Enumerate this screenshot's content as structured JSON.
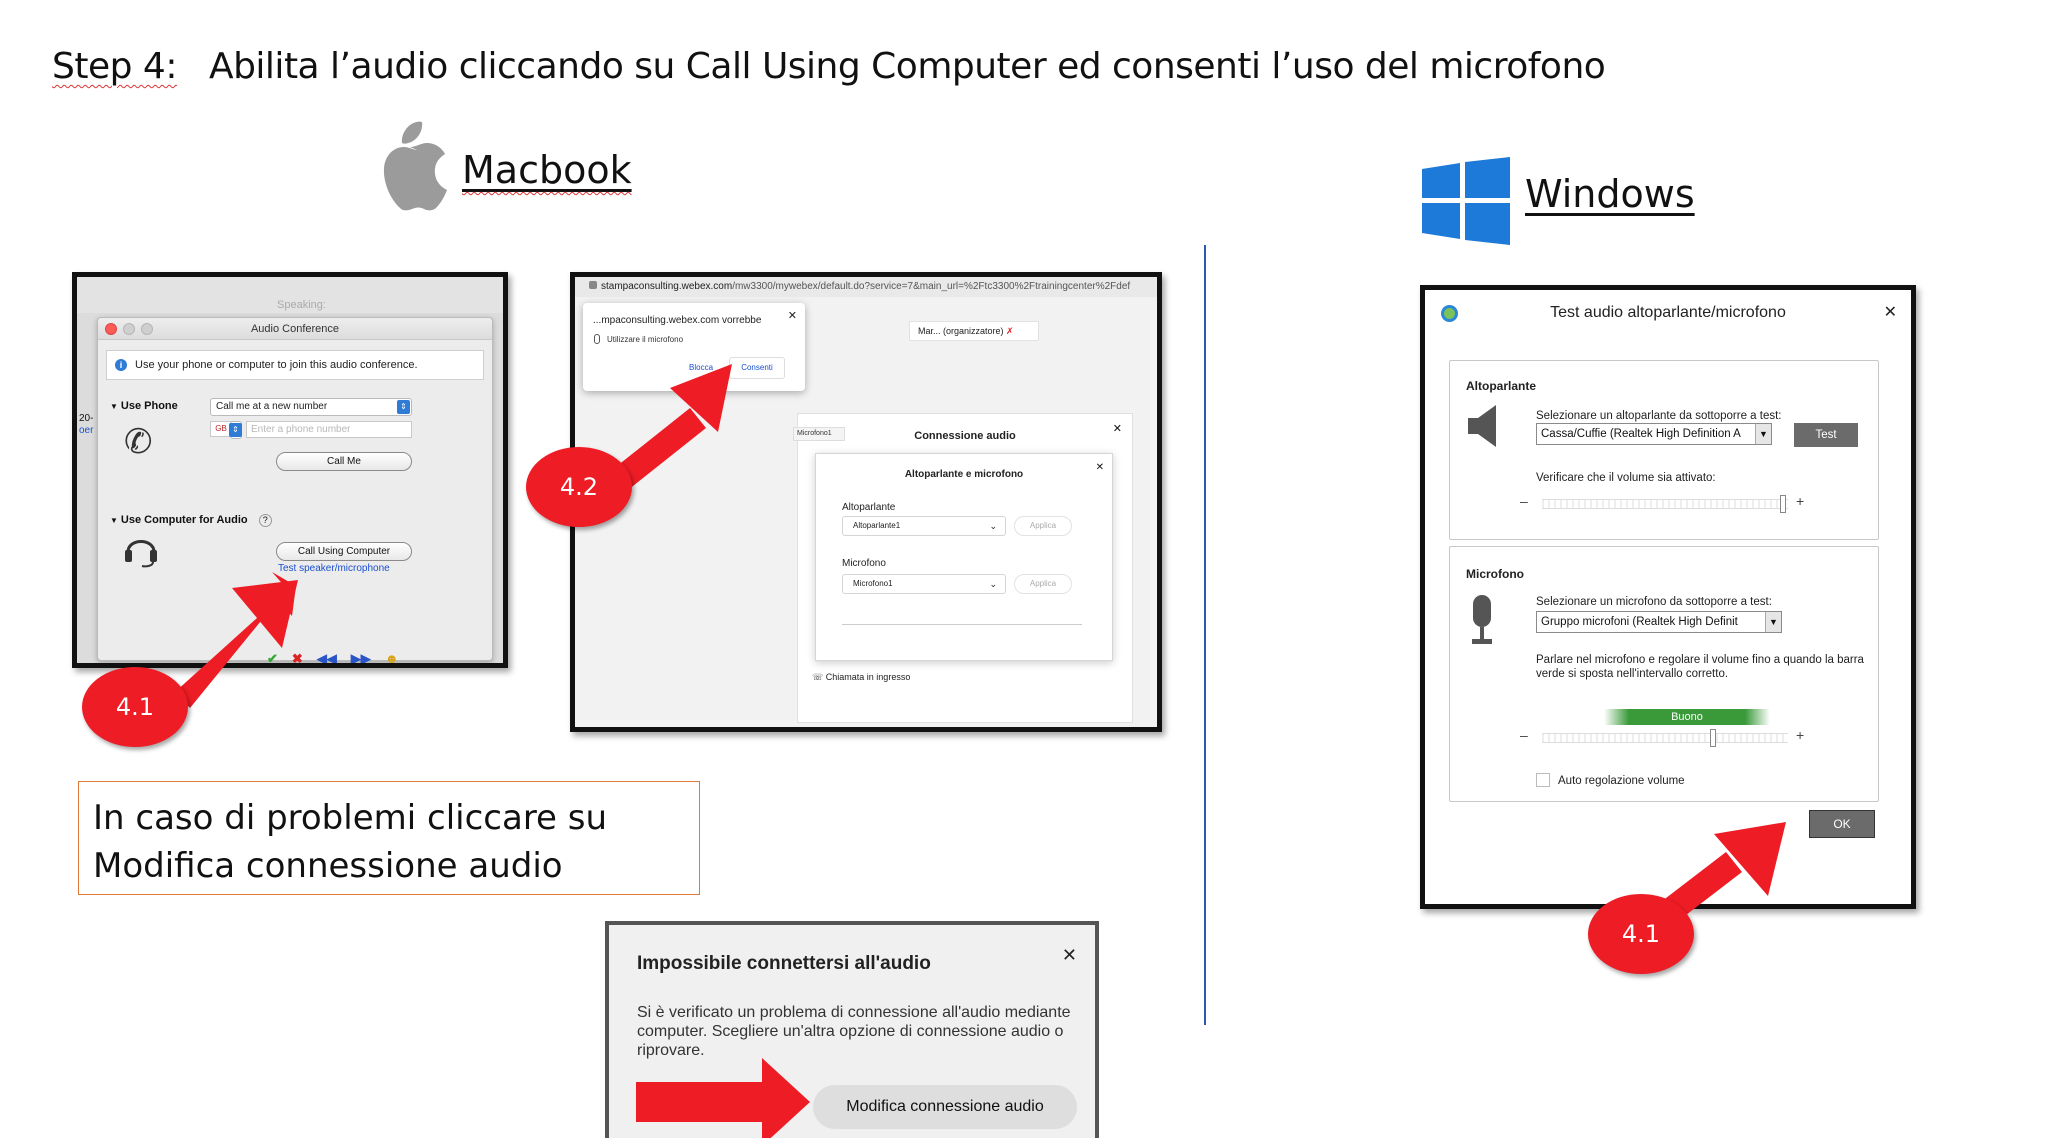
{
  "step": {
    "label": "Step 4:",
    "text": "Abilita l’audio cliccando su Call Using Computer ed consenti l’uso del microfono"
  },
  "mac": {
    "heading": "Macbook",
    "conference": {
      "speaking": "Speaking:",
      "title": "Audio Conference",
      "info": "Use your phone or computer to join this audio conference.",
      "use_phone_label": "Use Phone",
      "call_me_select": "Call me at a new number",
      "flag": "GB",
      "phone_placeholder": "Enter a phone number",
      "call_me_button": "Call Me",
      "use_computer_label": "Use Computer for Audio",
      "help": "?",
      "call_using_computer_button": "Call Using Computer",
      "test_link": "Test speaker/microphone",
      "side_text_1": "20-",
      "side_text_2": "oer"
    },
    "browser": {
      "url_domain": "stampaconsulting.webex.com",
      "url_path": "/mw3300/mywebex/default.do?service=7&main_url=%2Ftc3300%2Ftrainingcenter%2Fdef",
      "perm_title": "...mpaconsulting.webex.com vorrebbe",
      "perm_sub": "Utilizzare il microfono",
      "perm_block": "Blocca",
      "perm_allow": "Consenti",
      "organizer": "Mar...  (organizzatore)",
      "panel_title": "Connessione audio",
      "mic_tag": "Microfono1",
      "dialog_title": "Altoparlante e microfono",
      "speaker_label": "Altoparlante",
      "speaker_value": "Altoparlante1",
      "mic_label": "Microfono",
      "mic_value": "Microfono1",
      "apply": "Applica",
      "incoming": "Chiamata in ingresso"
    },
    "notice": "In caso di problemi cliccare su Modifica connessione audio",
    "error": {
      "title": "Impossibile connettersi all'audio",
      "message": "Si è verificato un problema di connessione all'audio mediante computer. Scegliere un'altra opzione di connessione audio o riprovare.",
      "button": "Modifica connessione audio"
    }
  },
  "windows": {
    "heading": "Windows",
    "dialog": {
      "title": "Test audio altoparlante/microfono",
      "speaker_group": "Altoparlante",
      "speaker_select_label": "Selezionare un altoparlante da sottoporre a test:",
      "speaker_value": "Cassa/Cuffie (Realtek High Definition A",
      "test_button": "Test",
      "volume_check": "Verificare che il volume sia attivato:",
      "mic_group": "Microfono",
      "mic_select_label": "Selezionare un microfono da sottoporre a test:",
      "mic_value": "Gruppo microfoni (Realtek High Definit",
      "instructions": "Parlare nel microfono e regolare il volume fino a quando la barra verde si sposta nell'intervallo corretto.",
      "level_label": "Buono",
      "auto_volume": "Auto regolazione volume",
      "ok_button": "OK"
    }
  },
  "badges": {
    "mac_41": "4.1",
    "mac_42": "4.2",
    "win_41": "4.1"
  },
  "colors": {
    "annotation_red": "#ee1c25",
    "divider": "#3056b0",
    "notice_border": "#e0793a",
    "windows_blue": "#1e7ad8"
  }
}
